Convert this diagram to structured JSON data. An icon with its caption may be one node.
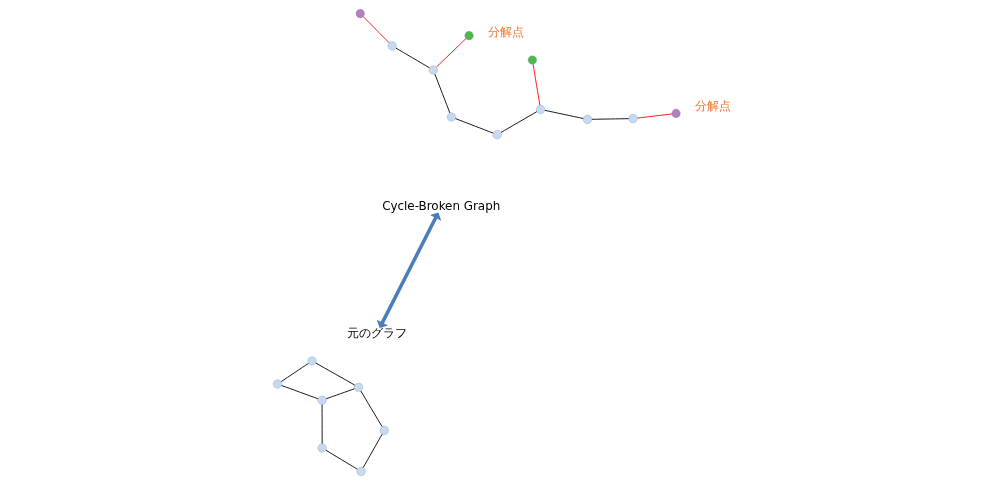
{
  "diagram": {
    "nodes": [
      {
        "text": [],
        "shape": "circle"
      },
      {
        "text": [],
        "shape": "circle"
      },
      {
        "text": [],
        "shape": "circle"
      },
      {
        "text": [],
        "shape": "circle"
      },
      {
        "text": [],
        "shape": "circle"
      },
      {
        "text": [],
        "shape": "circle"
      },
      {
        "text": [],
        "shape": "circle"
      },
      {
        "text": [
          "元のグラフ"
        ]
      },
      {
        "text": [],
        "shape": "circle"
      },
      {
        "text": [],
        "shape": "circle"
      },
      {
        "text": [],
        "shape": "circle"
      },
      {
        "text": [],
        "shape": "circle"
      },
      {
        "text": [],
        "shape": "circle"
      },
      {
        "text": [],
        "shape": "circle"
      },
      {
        "text": [],
        "shape": "circle"
      },
      {
        "text": [],
        "shape": "circle"
      },
      {
        "text": [],
        "shape": "circle"
      },
      {
        "text": [],
        "shape": "circle"
      },
      {
        "text": [],
        "shape": "circle"
      },
      {
        "text": [
          "Cycle-Broken Graph"
        ]
      }
    ],
    "edges": [
      {
        "from": 0,
        "to": 1,
        "arrow": "none"
      },
      {
        "from": 0,
        "to": 2,
        "arrow": "none"
      },
      {
        "from": 1,
        "to": 5,
        "arrow": "none"
      },
      {
        "from": 2,
        "to": 6,
        "arrow": "none"
      },
      {
        "from": 3,
        "to": 4,
        "arrow": "none"
      },
      {
        "from": 3,
        "to": 5,
        "arrow": "none"
      },
      {
        "from": 4,
        "to": 6,
        "arrow": "none"
      },
      {
        "from": 5,
        "to": 6,
        "arrow": "none"
      },
      {
        "from": 7,
        "to": 19,
        "arrow": "both",
        "style": "thick",
        "color": "#4a7ebb"
      },
      {
        "from": 8,
        "to": 12,
        "arrow": "none"
      },
      {
        "from": 8,
        "to": 9,
        "arrow": "none",
        "color": "#ff0000"
      },
      {
        "from": 10,
        "to": 11,
        "arrow": "none",
        "color": "#ff0000"
      },
      {
        "from": 11,
        "to": 15,
        "arrow": "none"
      },
      {
        "from": 12,
        "to": 18,
        "arrow": "none"
      },
      {
        "from": 13,
        "to": 14,
        "arrow": "none"
      },
      {
        "from": 13,
        "to": 15,
        "arrow": "none"
      },
      {
        "from": 14,
        "to": 18,
        "arrow": "none"
      },
      {
        "from": 15,
        "to": 16,
        "arrow": "none",
        "color": "#ff0000"
      },
      {
        "from": 17,
        "to": 18,
        "arrow": "none",
        "color": "#ff0000"
      }
    ],
    "labels": [
      "分解点",
      "分解点"
    ]
  }
}
